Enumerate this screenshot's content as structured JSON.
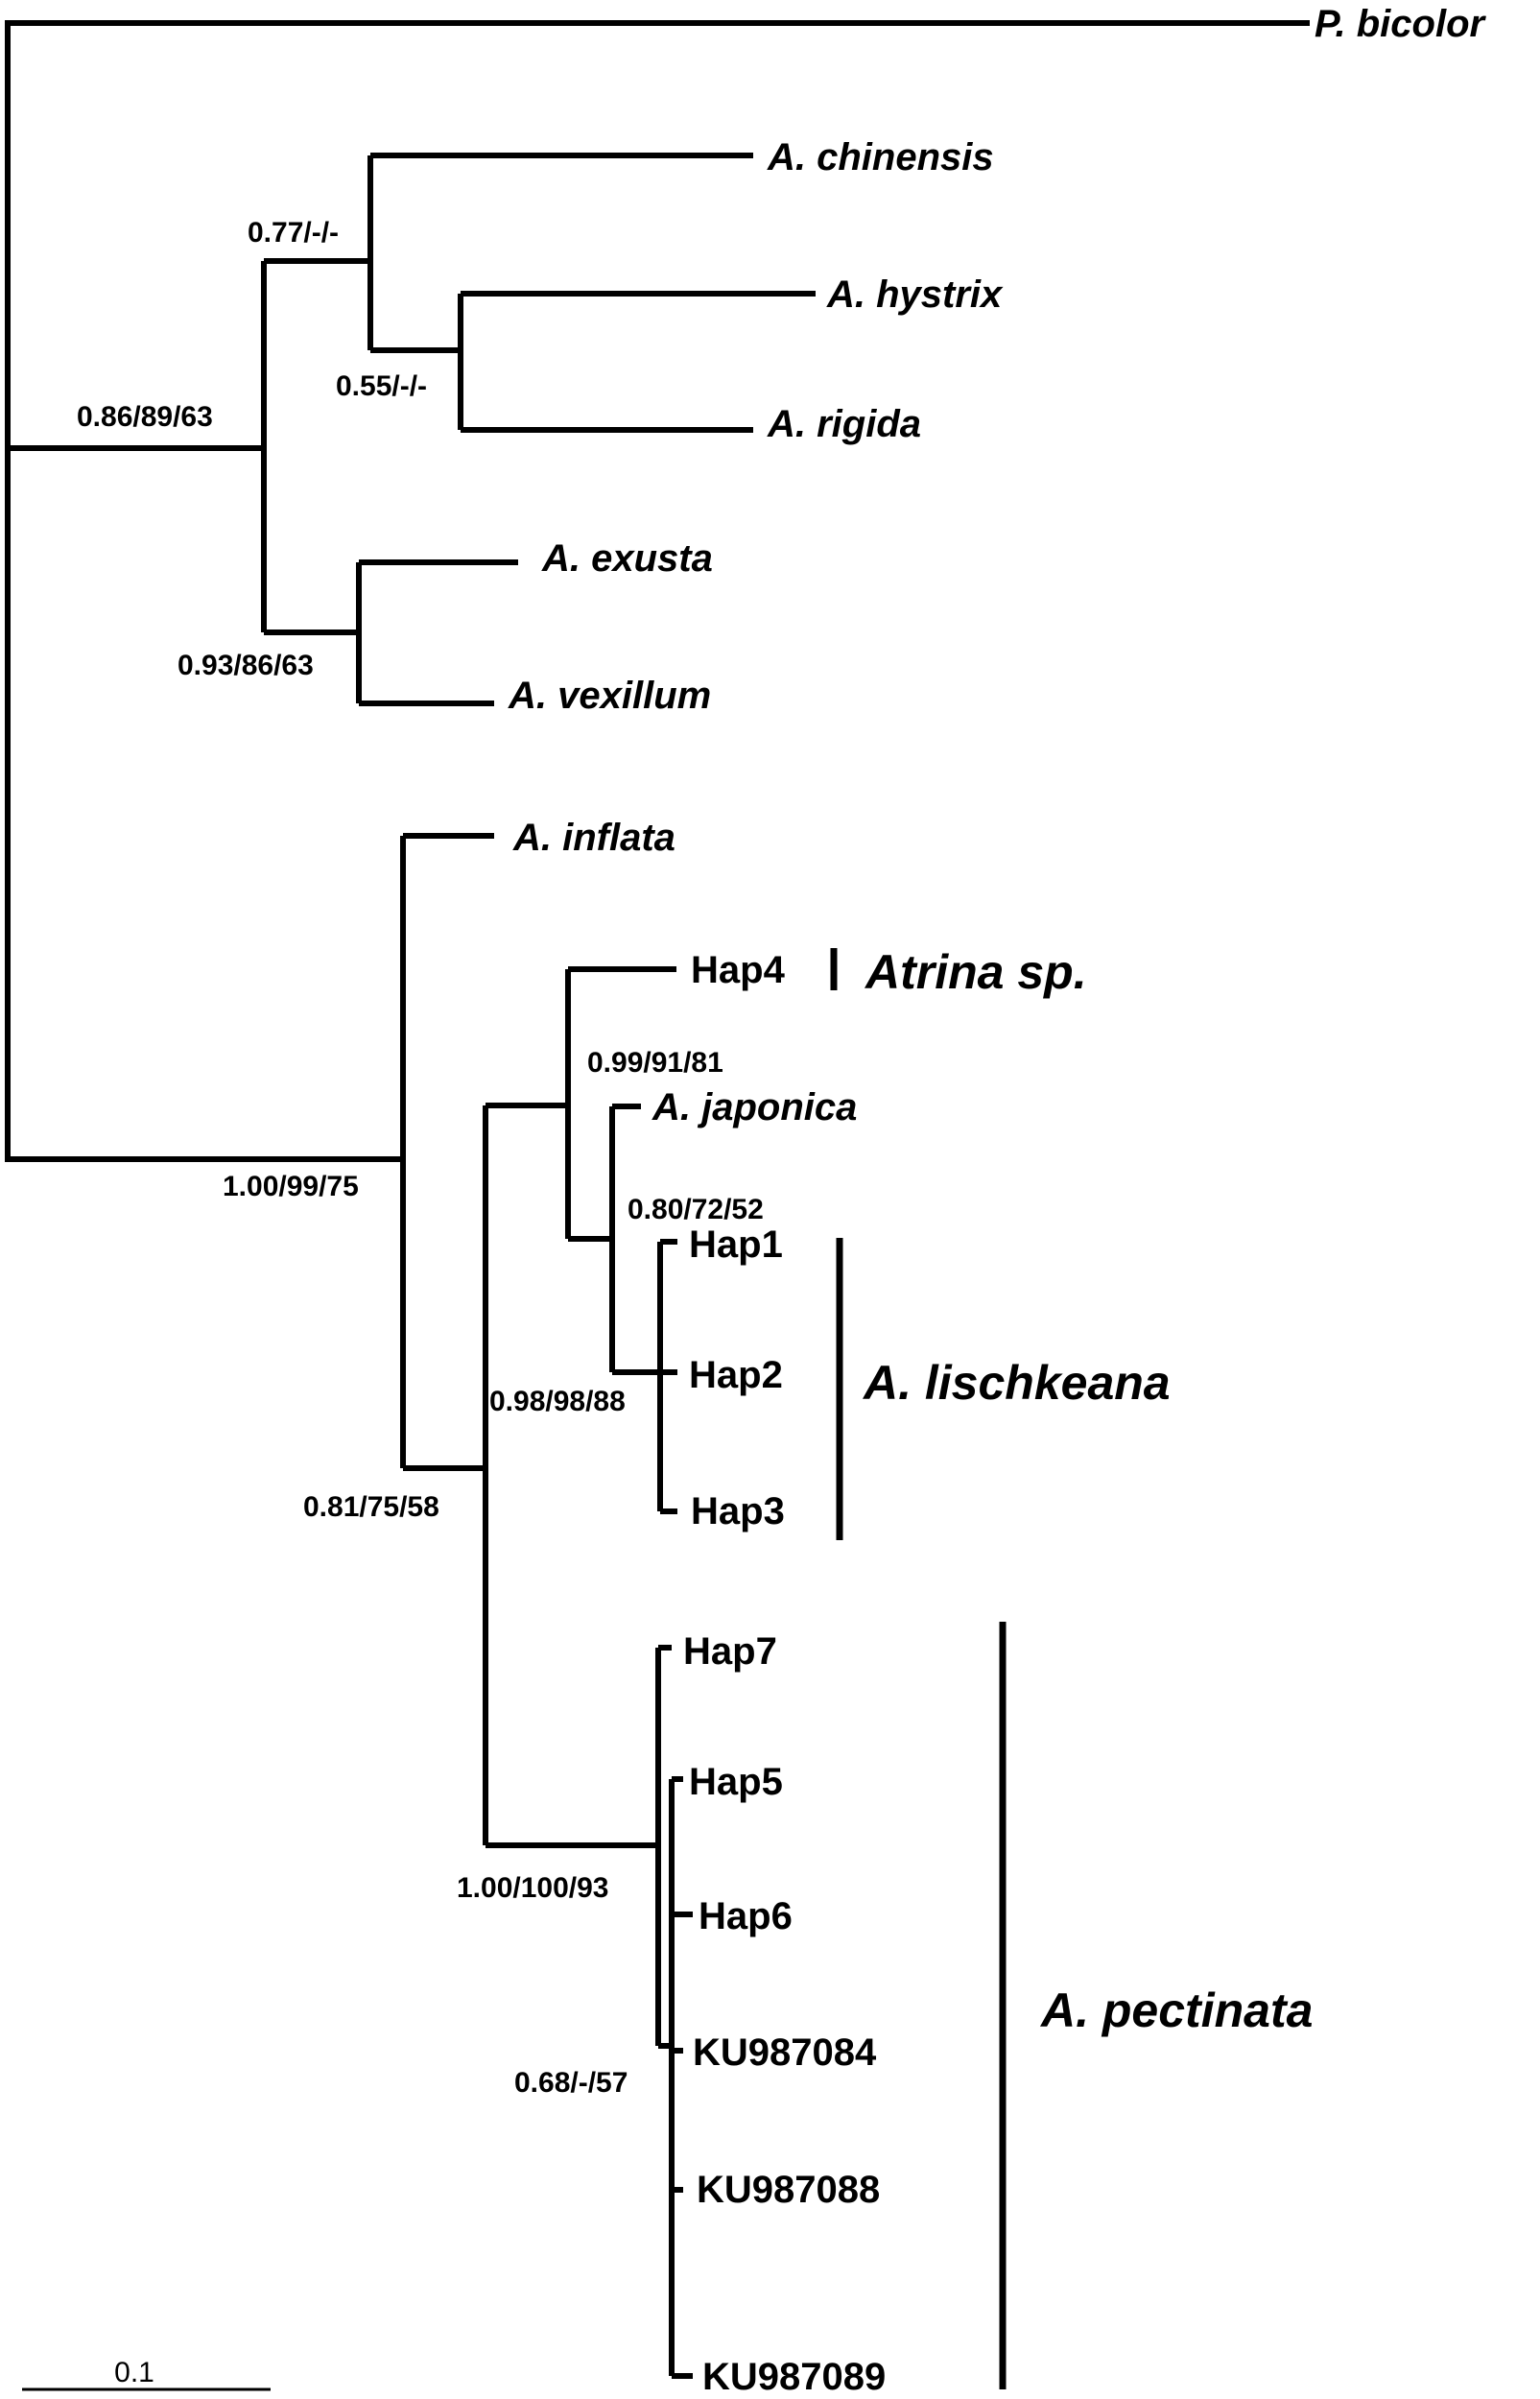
{
  "tree": {
    "taxa": {
      "p_bicolor": "P. bicolor",
      "a_chinensis": "A. chinensis",
      "a_hystrix": "A. hystrix",
      "a_rigida": "A. rigida",
      "a_exusta": "A. exusta",
      "a_vexillum": "A. vexillum",
      "a_inflata": "A. inflata",
      "a_japonica": "A. japonica",
      "hap1": "Hap1",
      "hap2": "Hap2",
      "hap3": "Hap3",
      "hap4": "Hap4",
      "hap5": "Hap5",
      "hap6": "Hap6",
      "hap7": "Hap7",
      "ku987084": "KU987084",
      "ku987088": "KU987088",
      "ku987089": "KU987089"
    },
    "support": {
      "node_0_86": "0.86/89/63",
      "node_0_77": "0.77/-/-",
      "node_0_55": "0.55/-/-",
      "node_0_93": "0.93/86/63",
      "node_1_00_99": "1.00/99/75",
      "node_0_99": "0.99/91/81",
      "node_0_80": "0.80/72/52",
      "node_0_98": "0.98/98/88",
      "node_0_81": "0.81/75/58",
      "node_1_00_100": "1.00/100/93",
      "node_0_68": "0.68/-/57"
    },
    "clades": {
      "atrina_sp": "Atrina sp.",
      "a_lischkeana": "A. lischkeana",
      "a_pectinata": "A. pectinata"
    },
    "scale_bar": {
      "label": "0.1",
      "value": 0.1
    }
  }
}
